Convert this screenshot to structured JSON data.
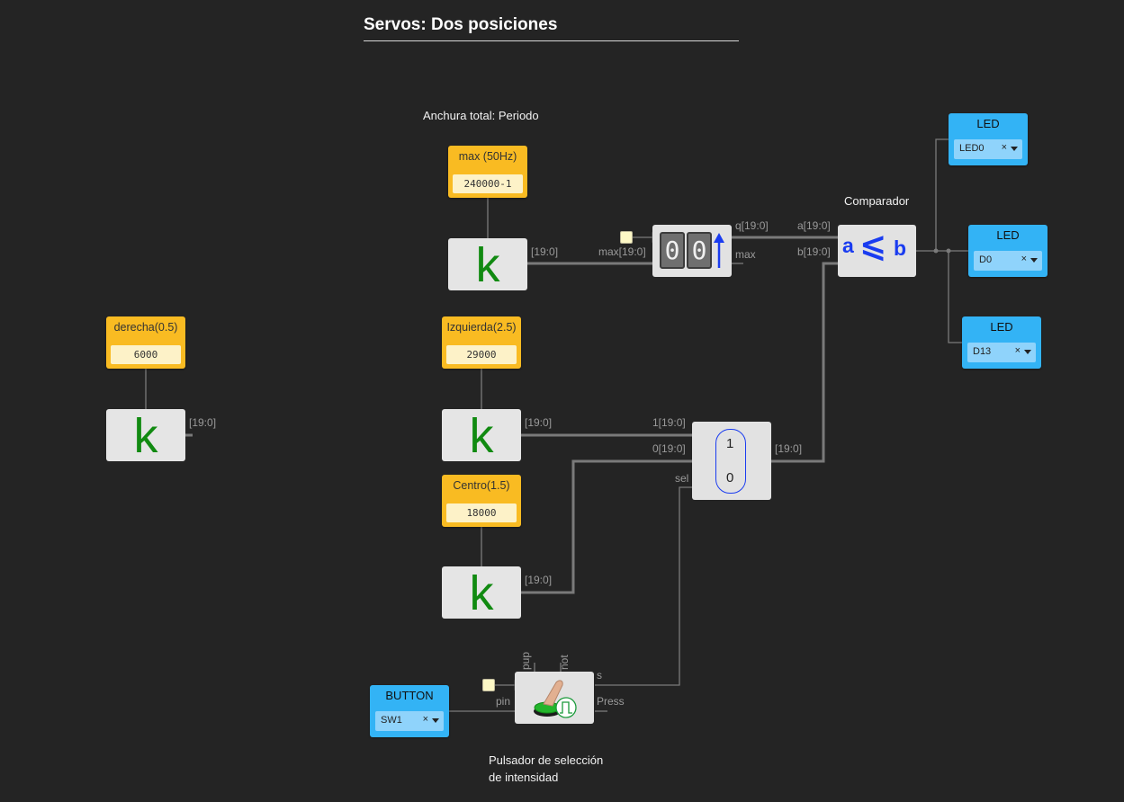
{
  "title": "Servos: Dos posiciones",
  "notes": {
    "periodo": "Anchura total: Periodo",
    "comparador": "Comparador",
    "pulsador": "Pulsador de selección\nde intensidad"
  },
  "constants": {
    "max": {
      "label": "max (50Hz)",
      "value": "240000-1"
    },
    "derecha": {
      "label": "derecha(0.5)",
      "value": "6000"
    },
    "izquierda": {
      "label": "Izquierda(2.5)",
      "value": "29000"
    },
    "centro": {
      "label": "Centro(1.5)",
      "value": "18000"
    }
  },
  "k_symbol": "k",
  "k_port": "[19:0]",
  "counter": {
    "digits": [
      "0",
      "0"
    ],
    "in_max": "max[19:0]",
    "out_q": "q[19:0]",
    "out_max": "max"
  },
  "comparator": {
    "in_a": "a[19:0]",
    "in_b": "b[19:0]",
    "sym_a": "a",
    "sym_op": "⩽",
    "sym_b": "b"
  },
  "mux": {
    "in1": "1[19:0]",
    "in0": "0[19:0]",
    "sel": "sel",
    "out": "[19:0]",
    "opt1": "1",
    "opt0": "0"
  },
  "button_block": {
    "pup": "pup",
    "not": "not",
    "pin": "pin",
    "s": "s",
    "press": "Press"
  },
  "outputs": [
    {
      "label": "LED",
      "value": "LED0"
    },
    {
      "label": "LED",
      "value": "D0"
    },
    {
      "label": "LED",
      "value": "D13"
    }
  ],
  "input_button": {
    "label": "BUTTON",
    "value": "SW1"
  },
  "clear_symbol": "×",
  "colors": {
    "background": "#242424",
    "constant": "#f9bb22",
    "io_block": "#33b3f5",
    "wire": "#777777",
    "k_letter": "#118a11"
  }
}
